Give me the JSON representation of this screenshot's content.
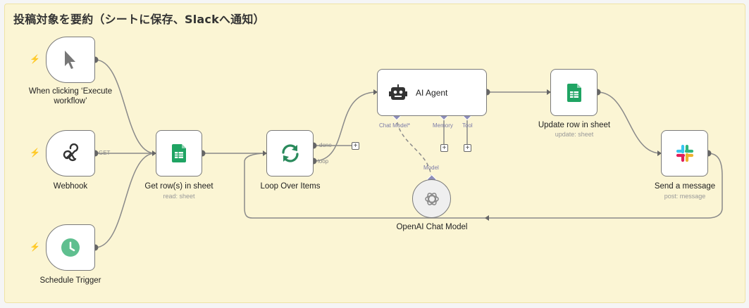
{
  "sticky": {
    "title": "投稿対象を要約（シートに保存、Slackへ通知）"
  },
  "nodes": {
    "manual": {
      "label": "When clicking ‘Execute workflow’",
      "icon": "cursor-icon"
    },
    "webhook": {
      "label": "Webhook",
      "edge_label": "GET",
      "icon": "webhook-icon"
    },
    "schedule": {
      "label": "Schedule Trigger",
      "icon": "clock-icon"
    },
    "get_rows": {
      "label": "Get row(s) in sheet",
      "sublabel": "read: sheet",
      "icon": "google-sheets-icon"
    },
    "loop": {
      "label": "Loop Over Items",
      "done_label": "done",
      "loop_label": "loop",
      "icon": "loop-icon"
    },
    "agent": {
      "label": "AI Agent",
      "icon": "robot-icon",
      "ports": {
        "chat_model": "Chat Model*",
        "memory": "Memory",
        "tool": "Tool"
      }
    },
    "openai": {
      "label": "OpenAI Chat Model",
      "port_label": "Model",
      "icon": "openai-icon"
    },
    "update_row": {
      "label": "Update row in sheet",
      "sublabel": "update: sheet",
      "icon": "google-sheets-icon"
    },
    "slack": {
      "label": "Send a message",
      "sublabel": "post: message",
      "icon": "slack-icon"
    }
  },
  "colors": {
    "sheets_green": "#1fa463",
    "trigger_bolt": "#f0764c",
    "port": "#7b7ba8",
    "clock": "#5fbf8f",
    "loop": "#2a8a5c"
  }
}
